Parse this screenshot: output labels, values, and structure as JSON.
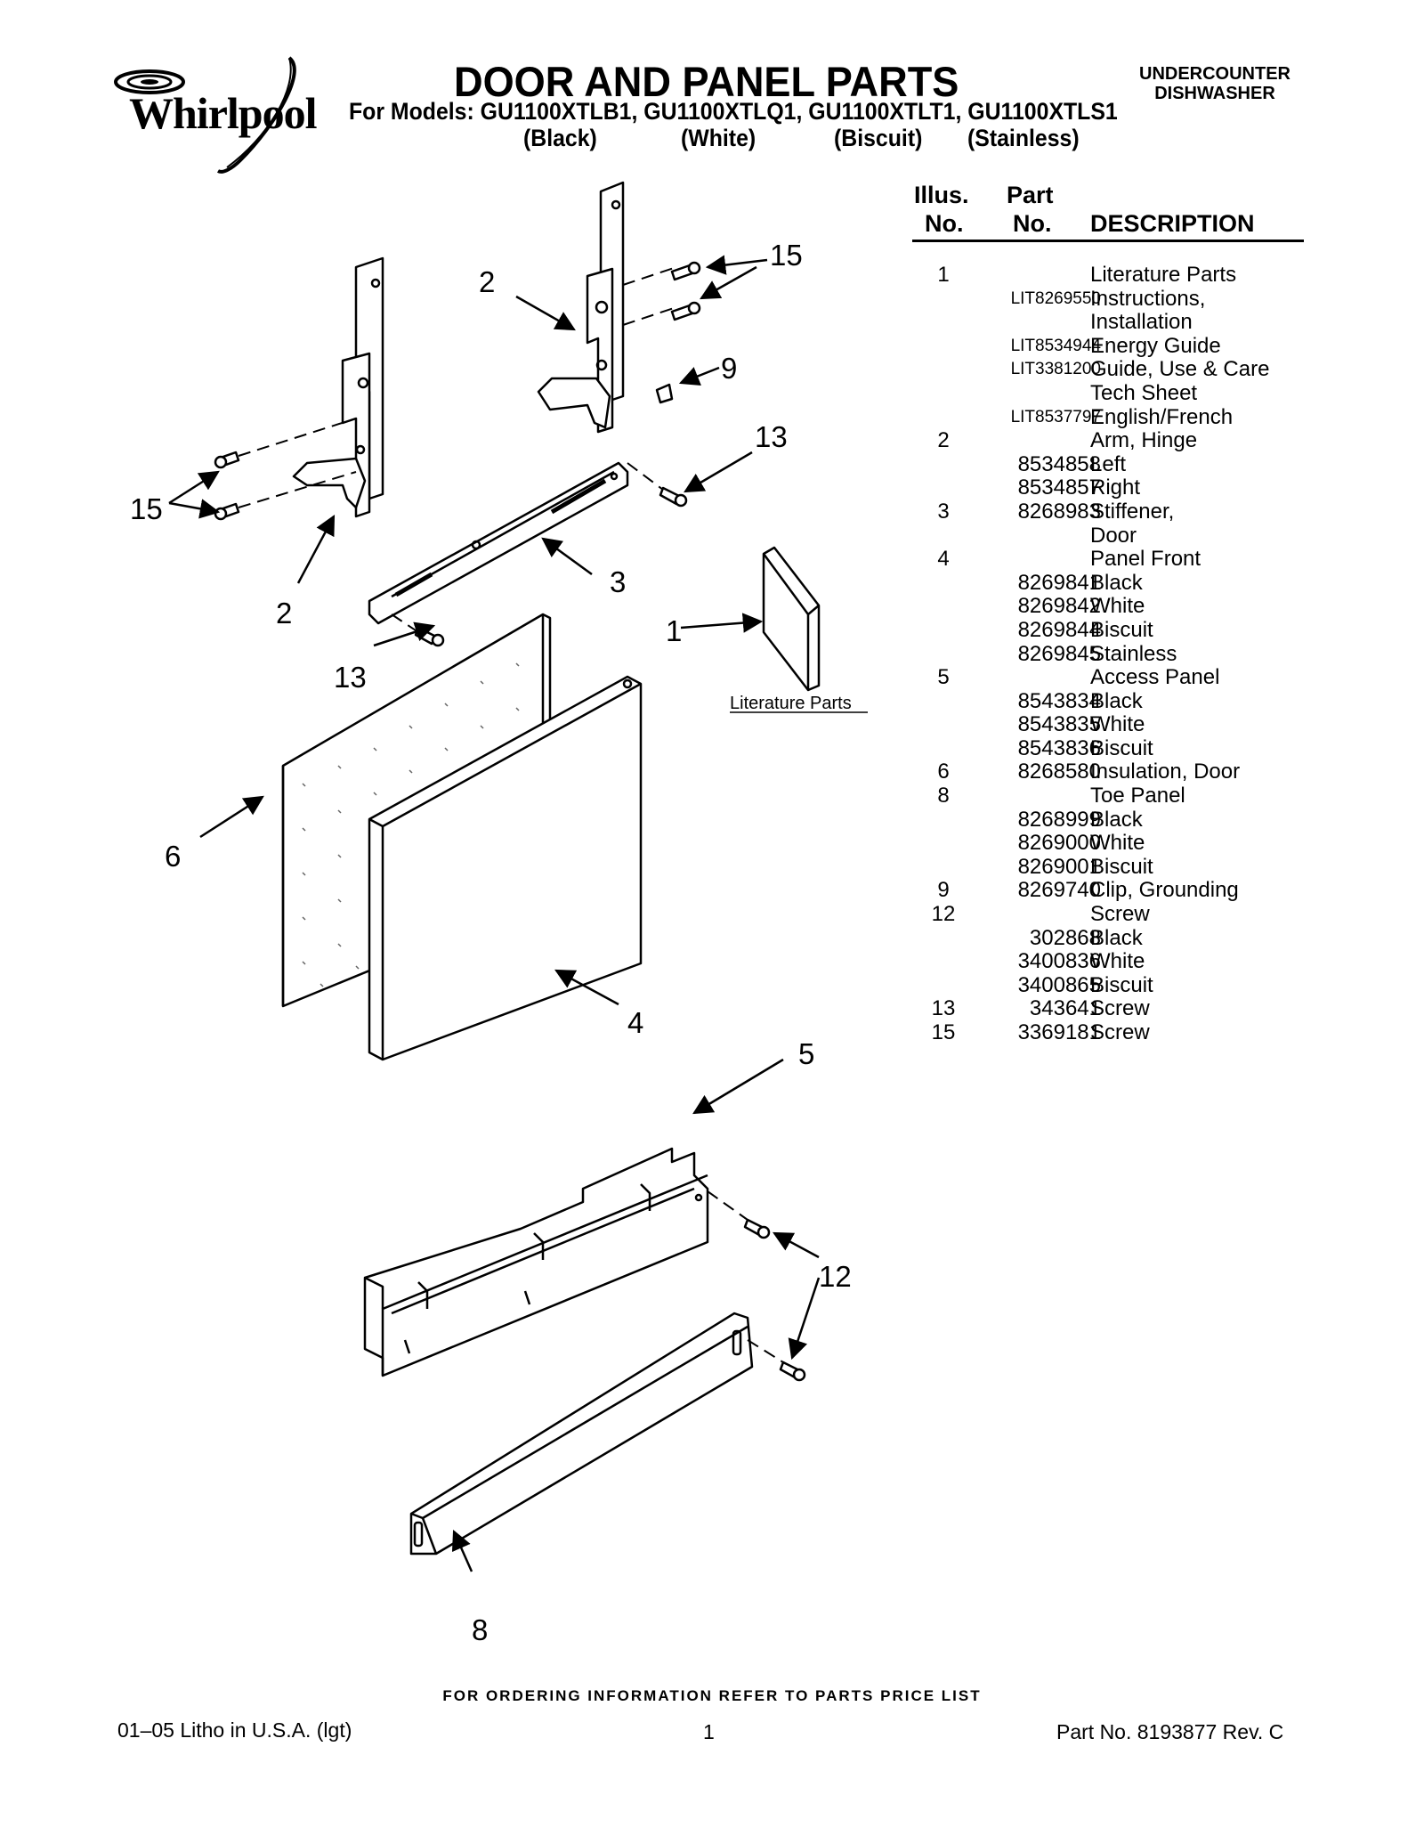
{
  "brand": {
    "logo_text": "Whirlpool"
  },
  "header": {
    "title": "DOOR AND PANEL PARTS",
    "models_line": "For Models: GU1100XTLB1, GU1100XTLQ1, GU1100XTLT1, GU1100XTLS1",
    "colors": [
      "(Black)",
      "(White)",
      "(Biscuit)",
      "(Stainless)"
    ],
    "category_line1": "UNDERCOUNTER",
    "category_line2": "DISHWASHER"
  },
  "table": {
    "col_illus_1": "Illus.",
    "col_illus_2": "No.",
    "col_part_1": "Part",
    "col_part_2": "No.",
    "col_desc": "DESCRIPTION",
    "rows": [
      {
        "illus": "1",
        "part": "",
        "desc": "Literature Parts"
      },
      {
        "illus": "",
        "part": "LIT8269550",
        "desc": "Instructions,"
      },
      {
        "illus": "",
        "part": "",
        "desc": "Installation"
      },
      {
        "illus": "",
        "part": "LIT8534944",
        "desc": "Energy Guide"
      },
      {
        "illus": "",
        "part": "LIT3381200",
        "desc": "Guide, Use & Care"
      },
      {
        "illus": "",
        "part": "",
        "desc": "Tech Sheet"
      },
      {
        "illus": "",
        "part": "LIT8537797",
        "desc": "English/French"
      },
      {
        "illus": "2",
        "part": "",
        "desc": "Arm, Hinge"
      },
      {
        "illus": "",
        "part": "8534858",
        "desc": "Left"
      },
      {
        "illus": "",
        "part": "8534857",
        "desc": "Right"
      },
      {
        "illus": "3",
        "part": "8268983",
        "desc": "Stiffener,"
      },
      {
        "illus": "",
        "part": "",
        "desc": "Door"
      },
      {
        "illus": "4",
        "part": "",
        "desc": "Panel Front"
      },
      {
        "illus": "",
        "part": "8269841",
        "desc": "Black"
      },
      {
        "illus": "",
        "part": "8269842",
        "desc": "White"
      },
      {
        "illus": "",
        "part": "8269844",
        "desc": "Biscuit"
      },
      {
        "illus": "",
        "part": "8269845",
        "desc": "Stainless"
      },
      {
        "illus": "5",
        "part": "",
        "desc": "Access Panel"
      },
      {
        "illus": "",
        "part": "8543834",
        "desc": "Black"
      },
      {
        "illus": "",
        "part": "8543835",
        "desc": "White"
      },
      {
        "illus": "",
        "part": "8543836",
        "desc": "Biscuit"
      },
      {
        "illus": "6",
        "part": "8268580",
        "desc": "Insulation, Door"
      },
      {
        "illus": "8",
        "part": "",
        "desc": "Toe Panel"
      },
      {
        "illus": "",
        "part": "8268999",
        "desc": "Black"
      },
      {
        "illus": "",
        "part": "8269000",
        "desc": "White"
      },
      {
        "illus": "",
        "part": "8269001",
        "desc": "Biscuit"
      },
      {
        "illus": "9",
        "part": "8269740",
        "desc": "Clip, Grounding"
      },
      {
        "illus": "12",
        "part": "",
        "desc": "Screw"
      },
      {
        "illus": "",
        "part": "302868",
        "desc": "Black"
      },
      {
        "illus": "",
        "part": "3400836",
        "desc": "White"
      },
      {
        "illus": "",
        "part": "3400865",
        "desc": "Biscuit"
      },
      {
        "illus": "13",
        "part": "343641",
        "desc": "Screw"
      },
      {
        "illus": "15",
        "part": "3369181",
        "desc": "Screw"
      }
    ]
  },
  "diagram": {
    "callouts": [
      "15",
      "2",
      "9",
      "13",
      "15",
      "3",
      "2",
      "1",
      "13",
      "6",
      "4",
      "5",
      "12",
      "8"
    ],
    "literature_label": "Literature Parts"
  },
  "footer": {
    "ordering_note": "FOR ORDERING INFORMATION REFER TO PARTS PRICE LIST",
    "litho": "01–05 Litho in U.S.A. (lgt)",
    "page": "1",
    "part_no": "Part No. 8193877 Rev. C"
  }
}
